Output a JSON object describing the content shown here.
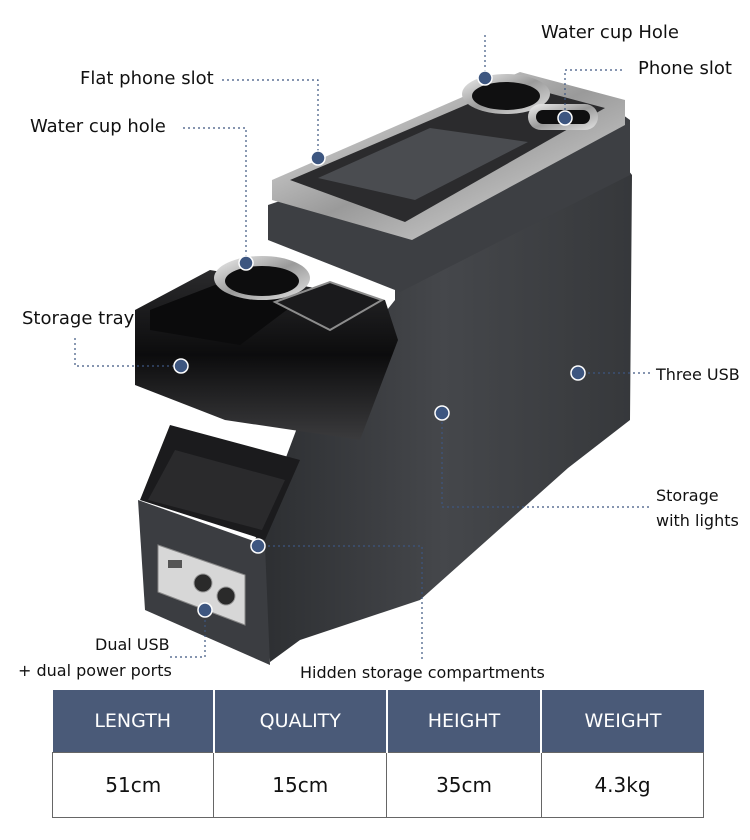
{
  "callouts": {
    "water_cup_hole_top": "Water cup Hole",
    "phone_slot": "Phone slot",
    "flat_phone_slot": "Flat phone slot",
    "water_cup_hole_left": "Water cup hole",
    "storage_tray": "Storage tray",
    "three_usb": "Three USB",
    "storage_lights_line1": "Storage",
    "storage_lights_line2": "with lights",
    "dual_usb_line1": "Dual USB",
    "dual_usb_line2": "+ dual power ports",
    "hidden_storage": "Hidden storage compartments"
  },
  "spec_table": {
    "headers": [
      "LENGTH",
      "QUALITY",
      "HEIGHT",
      "WEIGHT"
    ],
    "values": [
      "51cm",
      "15cm",
      "35cm",
      "4.3kg"
    ]
  },
  "colors": {
    "header_bg": "#4a5a78",
    "callout_dot": "#3d5680",
    "leather": "#3a3c40"
  }
}
